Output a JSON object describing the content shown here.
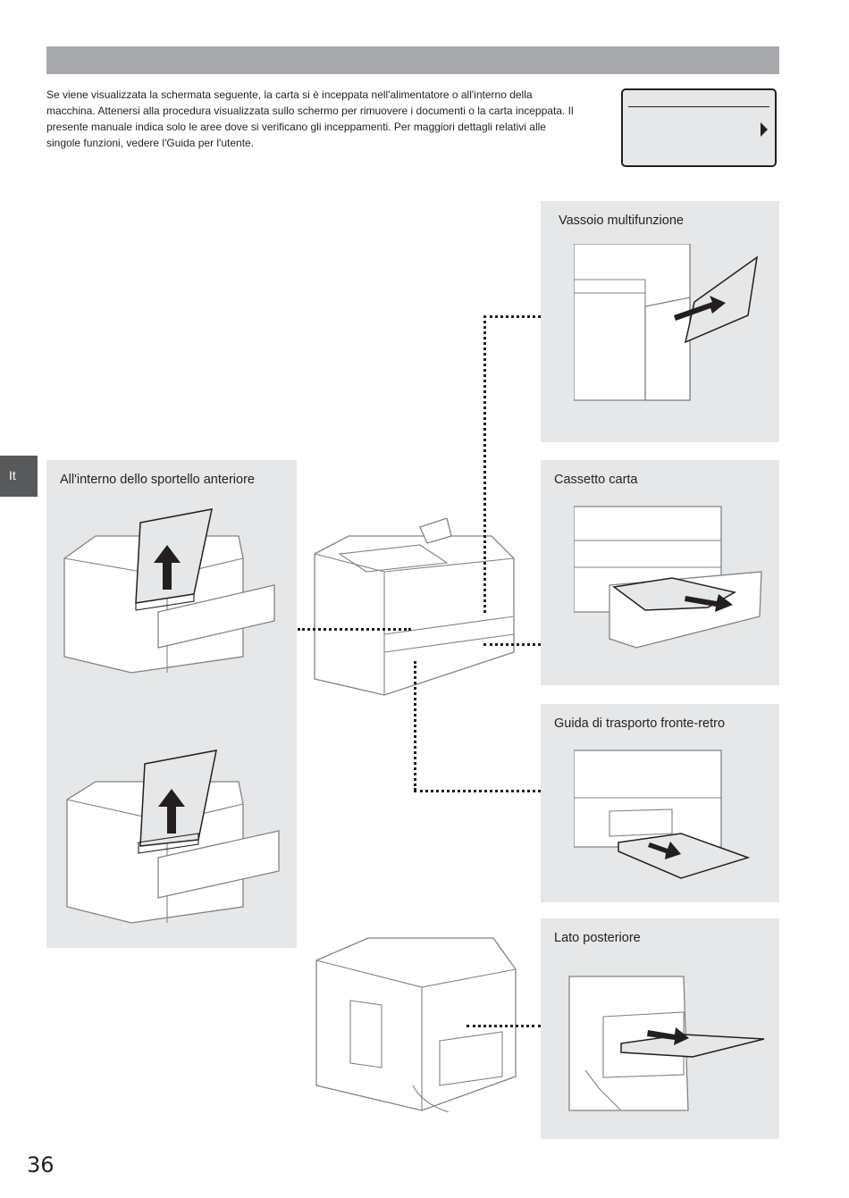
{
  "intro_text": "Se viene visualizzata la schermata seguente, la carta si è inceppata nell'alimentatore o all'interno della macchina. Attenersi alla procedura visualizzata sullo schermo per rimuovere i documenti o la carta inceppata. Il presente manuale indica solo le aree dove si verificano gli inceppamenti. Per maggiori dettagli relativi alle singole funzioni, vedere l'Guida per l'utente.",
  "language_tab": "It",
  "panels": {
    "front_cover": "All'interno dello sportello anteriore",
    "multipurpose_tray": "Vassoio multifunzione",
    "paper_drawer": "Cassetto carta",
    "duplex_guide": "Guida di trasporto fronte-retro",
    "rear_side": "Lato posteriore"
  },
  "page_number": "36",
  "colors": {
    "header_bar": "#a7a9ac",
    "panel_bg": "#e6e7e8",
    "language_tab": "#58595b",
    "text": "#231f20"
  }
}
